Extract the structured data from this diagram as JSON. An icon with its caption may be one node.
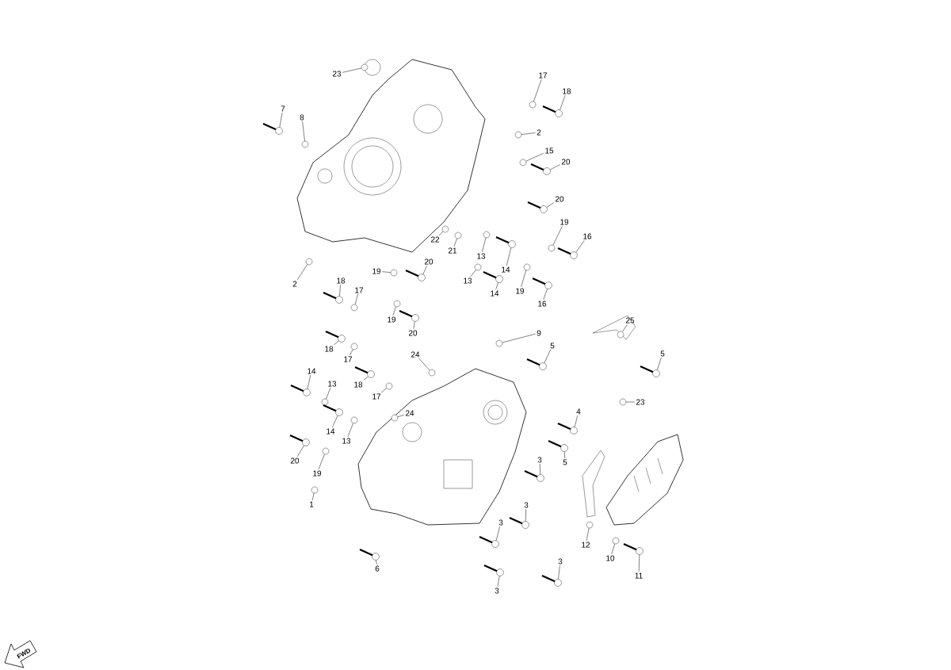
{
  "diagram": {
    "nodes": [
      {
        "text": [
          "23"
        ]
      },
      {
        "text": [
          "7"
        ]
      },
      {
        "text": [
          "8"
        ]
      },
      {
        "text": [
          "17"
        ]
      },
      {
        "text": [
          "18"
        ]
      },
      {
        "text": [
          "2"
        ]
      },
      {
        "text": [
          "15"
        ]
      },
      {
        "text": [
          "20"
        ]
      },
      {
        "text": [
          "20"
        ]
      },
      {
        "text": [
          "19"
        ]
      },
      {
        "text": [
          "16"
        ]
      },
      {
        "text": [
          "22"
        ]
      },
      {
        "text": [
          "21"
        ]
      },
      {
        "text": [
          "13"
        ]
      },
      {
        "text": [
          "14"
        ]
      },
      {
        "text": [
          "2"
        ]
      },
      {
        "text": [
          "19"
        ]
      },
      {
        "text": [
          "20"
        ]
      },
      {
        "text": [
          "13"
        ]
      },
      {
        "text": [
          "14"
        ]
      },
      {
        "text": [
          "19"
        ]
      },
      {
        "text": [
          "16"
        ]
      },
      {
        "text": [
          "18"
        ]
      },
      {
        "text": [
          "17"
        ]
      },
      {
        "text": [
          "19"
        ]
      },
      {
        "text": [
          "20"
        ]
      },
      {
        "text": [
          "18"
        ]
      },
      {
        "text": [
          "17"
        ]
      },
      {
        "text": [
          "24"
        ]
      },
      {
        "text": [
          "9"
        ]
      },
      {
        "text": [
          "5"
        ]
      },
      {
        "text": [
          "25"
        ]
      },
      {
        "text": [
          "5"
        ]
      },
      {
        "text": [
          "23"
        ]
      },
      {
        "text": [
          "18"
        ]
      },
      {
        "text": [
          "17"
        ]
      },
      {
        "text": [
          "14"
        ]
      },
      {
        "text": [
          "13"
        ]
      },
      {
        "text": [
          "24"
        ]
      },
      {
        "text": [
          "4"
        ]
      },
      {
        "text": [
          "14"
        ]
      },
      {
        "text": [
          "13"
        ]
      },
      {
        "text": [
          "5"
        ]
      },
      {
        "text": [
          "3"
        ]
      },
      {
        "text": [
          "20"
        ]
      },
      {
        "text": [
          "19"
        ]
      },
      {
        "text": [
          "1"
        ]
      },
      {
        "text": [
          "3"
        ]
      },
      {
        "text": [
          "3"
        ]
      },
      {
        "text": [
          "12"
        ]
      },
      {
        "text": [
          "10"
        ]
      },
      {
        "text": [
          "6"
        ]
      },
      {
        "text": [
          "3"
        ]
      },
      {
        "text": [
          "3"
        ]
      },
      {
        "text": [
          "11"
        ]
      },
      {
        "text": [],
        "shape": "circle"
      },
      {
        "text": [],
        "shape": "bolt"
      },
      {
        "text": [],
        "shape": "circle"
      },
      {
        "text": [],
        "shape": "circle"
      },
      {
        "text": [],
        "shape": "bolt"
      },
      {
        "text": [],
        "shape": "circle"
      },
      {
        "text": [],
        "shape": "circle"
      },
      {
        "text": [],
        "shape": "bolt"
      },
      {
        "text": [],
        "shape": "bolt"
      },
      {
        "text": [],
        "shape": "circle"
      },
      {
        "text": [],
        "shape": "bolt"
      },
      {
        "text": [],
        "shape": "circle"
      },
      {
        "text": [],
        "shape": "circle"
      },
      {
        "text": [],
        "shape": "circle"
      },
      {
        "text": [],
        "shape": "bolt"
      },
      {
        "text": [],
        "shape": "circle"
      },
      {
        "text": [],
        "shape": "circle"
      },
      {
        "text": [],
        "shape": "bolt"
      },
      {
        "text": [],
        "shape": "circle"
      },
      {
        "text": [],
        "shape": "bolt"
      },
      {
        "text": [],
        "shape": "circle"
      },
      {
        "text": [],
        "shape": "bolt"
      },
      {
        "text": [],
        "shape": "bolt"
      },
      {
        "text": [],
        "shape": "circle"
      },
      {
        "text": [],
        "shape": "circle"
      },
      {
        "text": [],
        "shape": "bolt"
      },
      {
        "text": [],
        "shape": "bolt"
      },
      {
        "text": [],
        "shape": "circle"
      },
      {
        "text": [],
        "shape": "circle"
      },
      {
        "text": [],
        "shape": "circle"
      },
      {
        "text": [],
        "shape": "bolt"
      },
      {
        "text": [],
        "shape": "circle"
      },
      {
        "text": [],
        "shape": "bolt"
      },
      {
        "text": [],
        "shape": "circle"
      },
      {
        "text": [],
        "shape": "bolt"
      },
      {
        "text": [],
        "shape": "circle"
      },
      {
        "text": [],
        "shape": "bolt"
      },
      {
        "text": [],
        "shape": "circle"
      },
      {
        "text": [],
        "shape": "circle"
      },
      {
        "text": [],
        "shape": "bolt"
      },
      {
        "text": [],
        "shape": "bolt"
      },
      {
        "text": [],
        "shape": "circle"
      },
      {
        "text": [],
        "shape": "bolt"
      },
      {
        "text": [],
        "shape": "bolt"
      },
      {
        "text": [],
        "shape": "bolt"
      },
      {
        "text": [],
        "shape": "circle"
      },
      {
        "text": [],
        "shape": "circle"
      },
      {
        "text": [],
        "shape": "bolt"
      },
      {
        "text": [],
        "shape": "bolt"
      },
      {
        "text": [],
        "shape": "circle"
      },
      {
        "text": [],
        "shape": "circle"
      },
      {
        "text": [],
        "shape": "bolt"
      },
      {
        "text": [],
        "shape": "bolt"
      },
      {
        "text": [],
        "shape": "bolt"
      },
      {
        "text": [],
        "shape": "bolt"
      }
    ],
    "edges": [
      {
        "from": 0,
        "to": 55,
        "arrow": "none"
      },
      {
        "from": 1,
        "to": 56,
        "arrow": "none"
      },
      {
        "from": 2,
        "to": 57,
        "arrow": "none"
      },
      {
        "from": 3,
        "to": 58,
        "arrow": "none"
      },
      {
        "from": 4,
        "to": 59,
        "arrow": "none"
      },
      {
        "from": 5,
        "to": 60,
        "arrow": "none"
      },
      {
        "from": 6,
        "to": 61,
        "arrow": "none"
      },
      {
        "from": 7,
        "to": 62,
        "arrow": "none"
      },
      {
        "from": 8,
        "to": 63,
        "arrow": "none"
      },
      {
        "from": 9,
        "to": 64,
        "arrow": "none"
      },
      {
        "from": 10,
        "to": 65,
        "arrow": "none"
      },
      {
        "from": 11,
        "to": 66,
        "arrow": "none"
      },
      {
        "from": 12,
        "to": 67,
        "arrow": "none"
      },
      {
        "from": 13,
        "to": 68,
        "arrow": "none"
      },
      {
        "from": 14,
        "to": 69,
        "arrow": "none"
      },
      {
        "from": 15,
        "to": 70,
        "arrow": "none"
      },
      {
        "from": 16,
        "to": 71,
        "arrow": "none"
      },
      {
        "from": 17,
        "to": 72,
        "arrow": "none"
      },
      {
        "from": 18,
        "to": 73,
        "arrow": "none"
      },
      {
        "from": 19,
        "to": 74,
        "arrow": "none"
      },
      {
        "from": 20,
        "to": 75,
        "arrow": "none"
      },
      {
        "from": 21,
        "to": 76,
        "arrow": "none"
      },
      {
        "from": 22,
        "to": 77,
        "arrow": "none"
      },
      {
        "from": 23,
        "to": 78,
        "arrow": "none"
      },
      {
        "from": 24,
        "to": 79,
        "arrow": "none"
      },
      {
        "from": 25,
        "to": 80,
        "arrow": "none"
      },
      {
        "from": 26,
        "to": 81,
        "arrow": "none"
      },
      {
        "from": 27,
        "to": 82,
        "arrow": "none"
      },
      {
        "from": 28,
        "to": 83,
        "arrow": "none"
      },
      {
        "from": 29,
        "to": 84,
        "arrow": "none"
      },
      {
        "from": 30,
        "to": 85,
        "arrow": "none"
      },
      {
        "from": 31,
        "to": 86,
        "arrow": "none"
      },
      {
        "from": 32,
        "to": 87,
        "arrow": "none"
      },
      {
        "from": 33,
        "to": 88,
        "arrow": "none"
      },
      {
        "from": 34,
        "to": 89,
        "arrow": "none"
      },
      {
        "from": 35,
        "to": 90,
        "arrow": "none"
      },
      {
        "from": 36,
        "to": 91,
        "arrow": "none"
      },
      {
        "from": 37,
        "to": 92,
        "arrow": "none"
      },
      {
        "from": 38,
        "to": 93,
        "arrow": "none"
      },
      {
        "from": 39,
        "to": 94,
        "arrow": "none"
      },
      {
        "from": 40,
        "to": 95,
        "arrow": "none"
      },
      {
        "from": 41,
        "to": 96,
        "arrow": "none"
      },
      {
        "from": 42,
        "to": 97,
        "arrow": "none"
      },
      {
        "from": 43,
        "to": 98,
        "arrow": "none"
      },
      {
        "from": 44,
        "to": 99,
        "arrow": "none"
      },
      {
        "from": 45,
        "to": 100,
        "arrow": "none"
      },
      {
        "from": 46,
        "to": 101,
        "arrow": "none"
      },
      {
        "from": 47,
        "to": 102,
        "arrow": "none"
      },
      {
        "from": 48,
        "to": 103,
        "arrow": "none"
      },
      {
        "from": 49,
        "to": 104,
        "arrow": "none"
      },
      {
        "from": 50,
        "to": 105,
        "arrow": "none"
      },
      {
        "from": 51,
        "to": 106,
        "arrow": "none"
      },
      {
        "from": 52,
        "to": 107,
        "arrow": "none"
      },
      {
        "from": 53,
        "to": 108,
        "arrow": "none"
      },
      {
        "from": 54,
        "to": 109,
        "arrow": "none"
      }
    ],
    "labels": [
      "FWD"
    ]
  }
}
